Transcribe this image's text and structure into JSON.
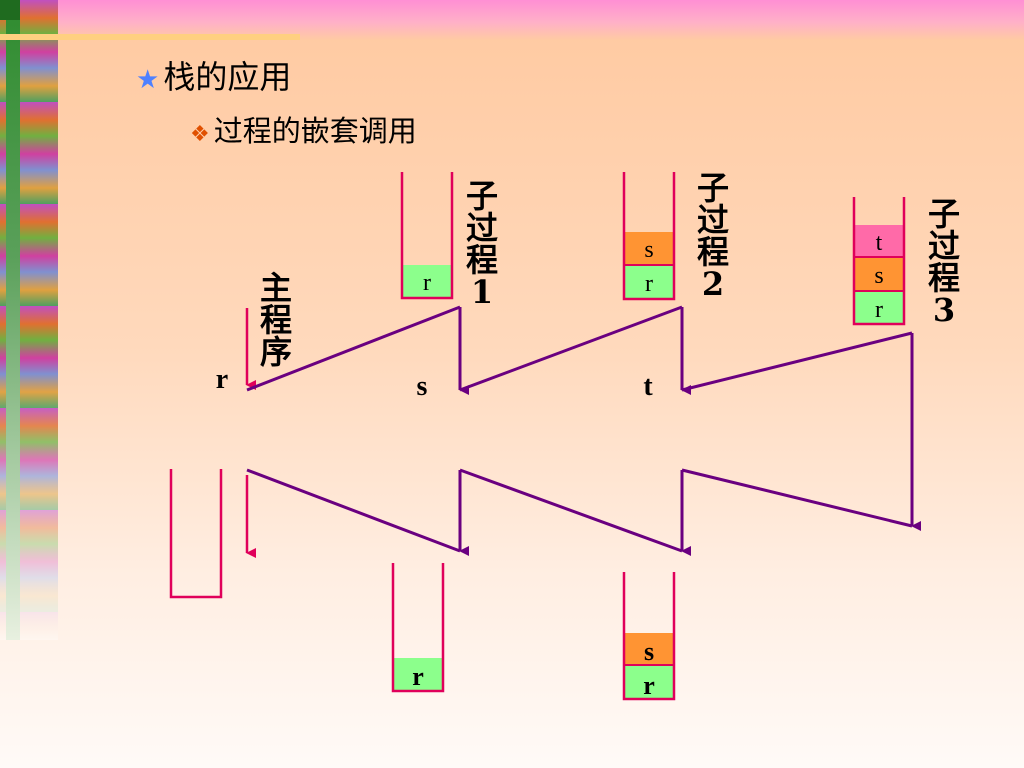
{
  "slide": {
    "heading": "栈的应用",
    "heading_bullet": "★",
    "subheading": "过程的嵌套调用",
    "subheading_bullet": "❖"
  },
  "colors": {
    "stack_border": "#e0005a",
    "arrow": "#6a0080",
    "arrow_main": "#e0005a",
    "cell_r": "#8cff8c",
    "cell_s": "#ff9433",
    "cell_t": "#ff6aa8"
  },
  "labels": {
    "main_program": [
      "主",
      "程",
      "序"
    ],
    "sub1": [
      "子",
      "过",
      "程",
      "1"
    ],
    "sub2": [
      "子",
      "过",
      "程",
      "2"
    ],
    "sub3": [
      "子",
      "过",
      "程",
      "3"
    ],
    "return_r": "r",
    "return_s": "s",
    "return_t": "t"
  },
  "stacks": {
    "sub1_top": [
      "r"
    ],
    "sub2_top": [
      "r",
      "s"
    ],
    "sub3_top": [
      "r",
      "s",
      "t"
    ],
    "empty_bottom": [],
    "return1_bottom": [
      "r"
    ],
    "return2_bottom": [
      "r",
      "s"
    ]
  }
}
